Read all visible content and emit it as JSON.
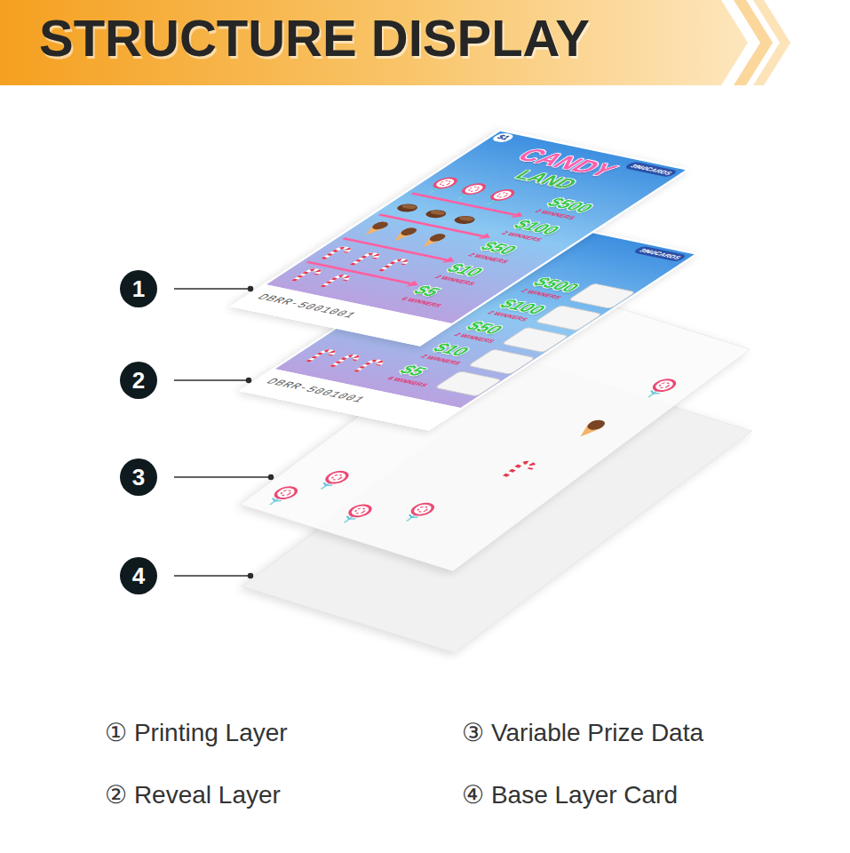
{
  "diagram": {
    "title": "STRUCTURE DISPLAY",
    "nodes": [
      {
        "text": [
          "1"
        ]
      },
      {
        "text": [
          "2"
        ]
      },
      {
        "text": [
          "3"
        ]
      },
      {
        "text": [
          "4"
        ]
      }
    ],
    "labels": [
      "$1",
      "CANDY",
      "LAND",
      "3960CARDS",
      "$500",
      "2 WINNERS",
      "$100",
      "2 WINNERS",
      "$50",
      "2 WINNERS",
      "$10",
      "2 WINNERS",
      "$5",
      "6 WINNERS",
      "DBRR-5001001",
      "3960CARDS",
      "$500",
      "2 WINNERS",
      "$100",
      "2 WINNERS",
      "$50",
      "2 WINNERS",
      "$10",
      "2 WINNERS",
      "$5",
      "6 WINNERS",
      "DBRR-5001001",
      "① Printing Layer",
      "③ Variable Prize Data",
      "② Reveal Layer",
      "④ Base Layer Card"
    ]
  }
}
